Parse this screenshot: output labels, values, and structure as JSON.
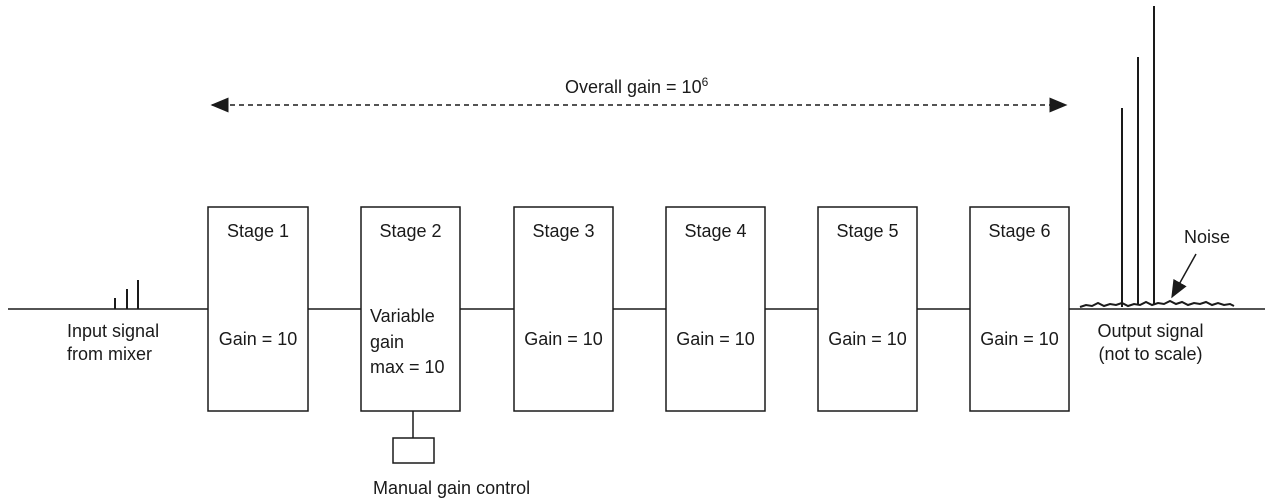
{
  "diagram": {
    "overall_gain": {
      "text": "Overall gain = 10",
      "exponent": "6"
    },
    "input_signal": {
      "line1": "Input signal",
      "line2": "from mixer"
    },
    "output_signal": {
      "line1": "Output signal",
      "line2": "(not to scale)"
    },
    "noise_label": "Noise",
    "manual_control_label": "Manual gain control",
    "stages": [
      {
        "title": "Stage 1",
        "gain": "Gain = 10"
      },
      {
        "title": "Stage 2",
        "gain_line1": "Variable",
        "gain_line2": "gain",
        "gain_line3": "max = 10"
      },
      {
        "title": "Stage 3",
        "gain": "Gain = 10"
      },
      {
        "title": "Stage 4",
        "gain": "Gain = 10"
      },
      {
        "title": "Stage 5",
        "gain": "Gain = 10"
      },
      {
        "title": "Stage 6",
        "gain": "Gain = 10"
      }
    ],
    "colors": {
      "stroke": "#1a1a1a",
      "background": "#ffffff"
    }
  }
}
